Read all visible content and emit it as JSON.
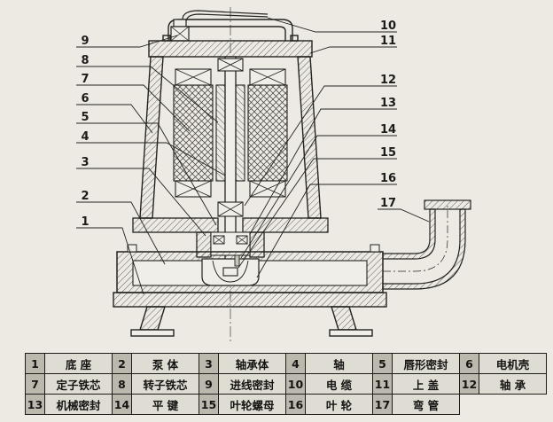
{
  "diagram": {
    "subject": "submersible pump cross-section drawing",
    "callouts": {
      "left": [
        "9",
        "8",
        "7",
        "6",
        "5",
        "4",
        "3",
        "2",
        "1"
      ],
      "right": [
        "10",
        "11",
        "12",
        "13",
        "14",
        "15",
        "16",
        "17"
      ]
    }
  },
  "parts_table": {
    "rows": [
      [
        {
          "no": "1",
          "name": "底 座"
        },
        {
          "no": "2",
          "name": "泵 体"
        },
        {
          "no": "3",
          "name": "轴承体"
        },
        {
          "no": "4",
          "name": "轴"
        },
        {
          "no": "5",
          "name": "唇形密封"
        },
        {
          "no": "6",
          "name": "电机壳"
        }
      ],
      [
        {
          "no": "7",
          "name": "定子铁芯"
        },
        {
          "no": "8",
          "name": "转子铁芯"
        },
        {
          "no": "9",
          "name": "进线密封"
        },
        {
          "no": "10",
          "name": "电 缆"
        },
        {
          "no": "11",
          "name": "上 盖"
        },
        {
          "no": "12",
          "name": "轴 承"
        }
      ],
      [
        {
          "no": "13",
          "name": "机械密封"
        },
        {
          "no": "14",
          "name": "平 键"
        },
        {
          "no": "15",
          "name": "叶轮螺母"
        },
        {
          "no": "16",
          "name": "叶 轮"
        },
        {
          "no": "17",
          "name": "弯 管"
        }
      ]
    ]
  }
}
